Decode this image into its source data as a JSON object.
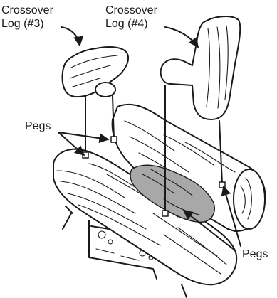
{
  "labels": {
    "log3": [
      "Crossover",
      "Log (#3)"
    ],
    "log4": [
      "Crossover",
      "Log (#4)"
    ],
    "pegs_left": "Pegs",
    "pegs_right": "Pegs"
  },
  "colors": {
    "ink": "#1a1a1a",
    "grate": "#a8a8a8",
    "background": "#ffffff"
  }
}
